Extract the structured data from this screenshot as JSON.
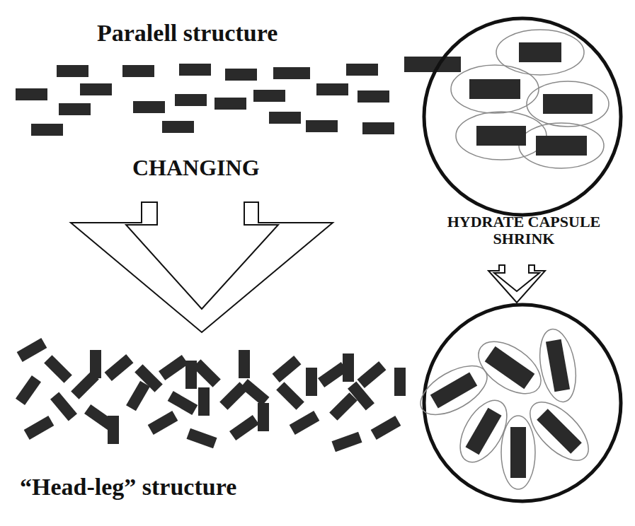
{
  "diagram": {
    "labels": [
      "Paralell structure",
      "CHANGING",
      "HYDRATE CAPSULE SHRINK",
      "“Head-leg” structure"
    ]
  }
}
